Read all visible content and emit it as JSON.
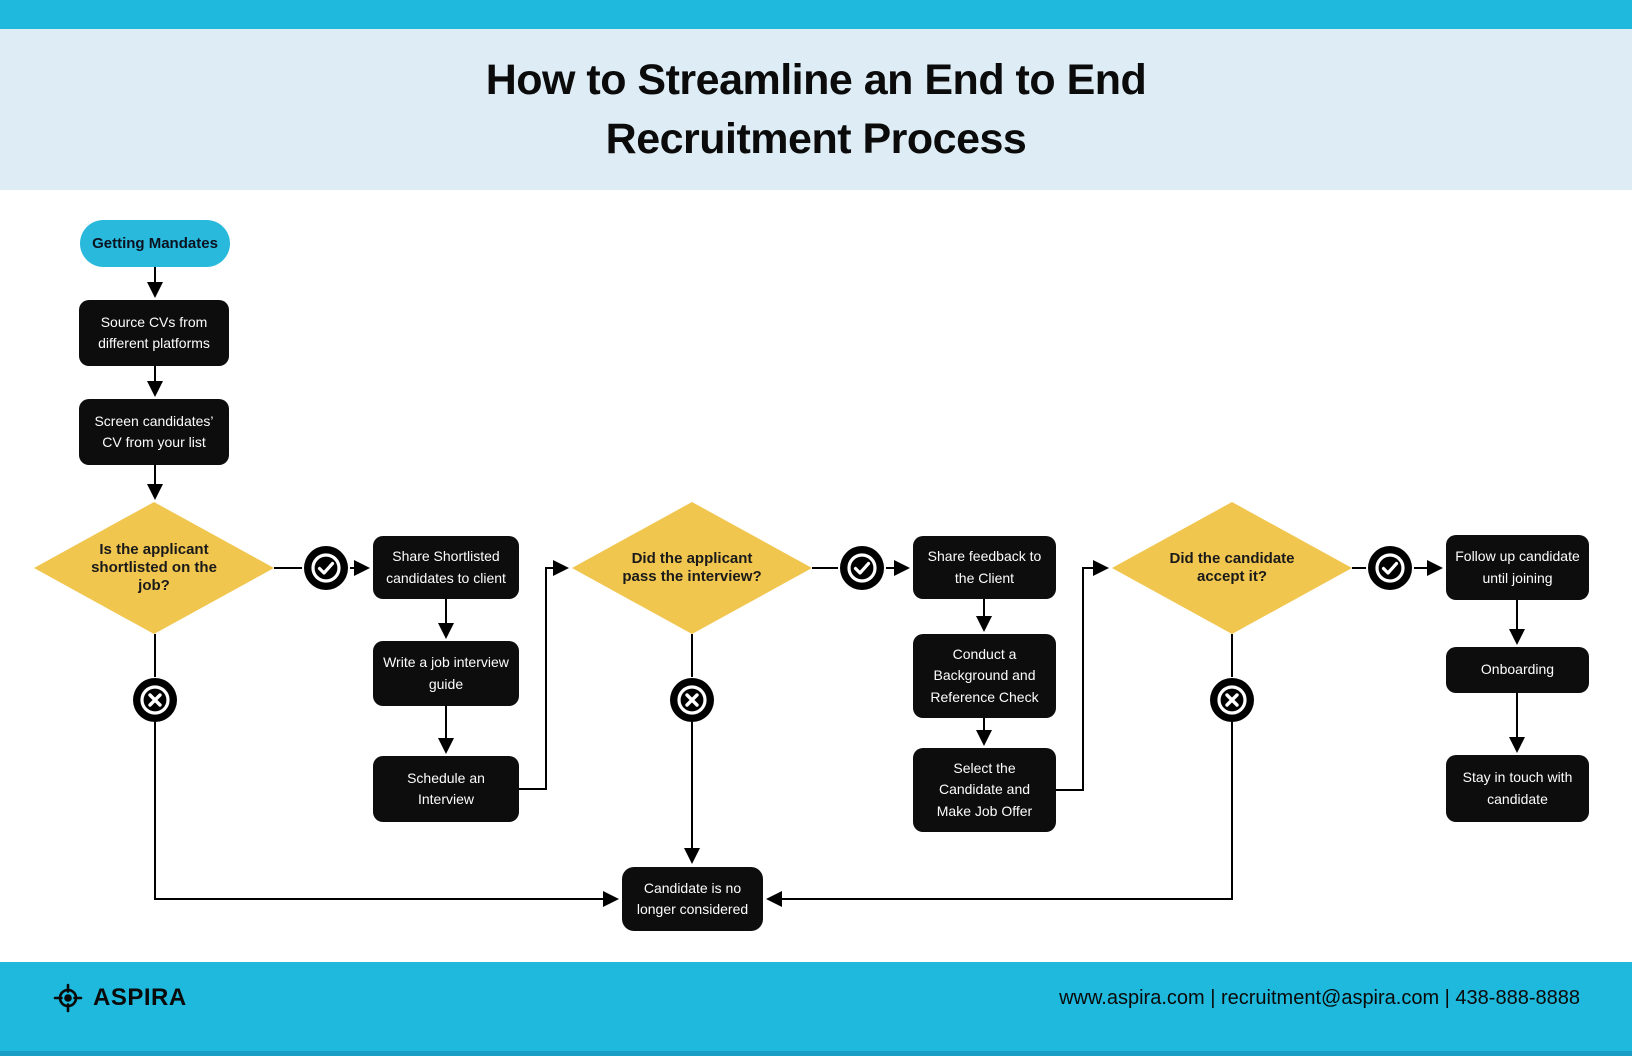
{
  "header": {
    "title_line1": "How to Streamline an End to End",
    "title_line2": "Recruitment Process"
  },
  "flowchart": {
    "start": "Getting Mandates",
    "process": {
      "source_cvs": "Source CVs from different platforms",
      "screen_candidates": "Screen candidates’ CV from your list",
      "share_shortlisted": "Share Shortlisted candidates to client",
      "write_guide": "Write a job interview guide",
      "schedule_interview": "Schedule an Interview",
      "share_feedback": "Share feedback to the Client",
      "background_check": "Conduct a Background and Reference Check",
      "select_candidate": "Select the Candidate and Make Job Offer",
      "follow_up": "Follow up candidate until joining",
      "onboarding": "Onboarding",
      "stay_in_touch": "Stay in touch with candidate"
    },
    "decisions": {
      "is_shortlisted": "Is the applicant shortlisted on the job?",
      "passed_interview": "Did the applicant pass the interview?",
      "accepted_offer": "Did the candidate accept it?"
    },
    "outcome_rejected": "Candidate is no longer considered",
    "icons": {
      "yes": "check-circle-icon",
      "no": "x-circle-icon"
    }
  },
  "footer": {
    "brand": "ASPIRA",
    "logo_icon": "target-crosshair-icon",
    "contact": "www.aspira.com | recruitment@aspira.com | 438-888-8888"
  },
  "colors": {
    "accent_cyan": "#1eb9dc",
    "header_bg": "#deedf5",
    "diamond_yellow": "#f1c64f",
    "node_black": "#0d0d0d",
    "footer_strip": "#1a9ec5"
  }
}
